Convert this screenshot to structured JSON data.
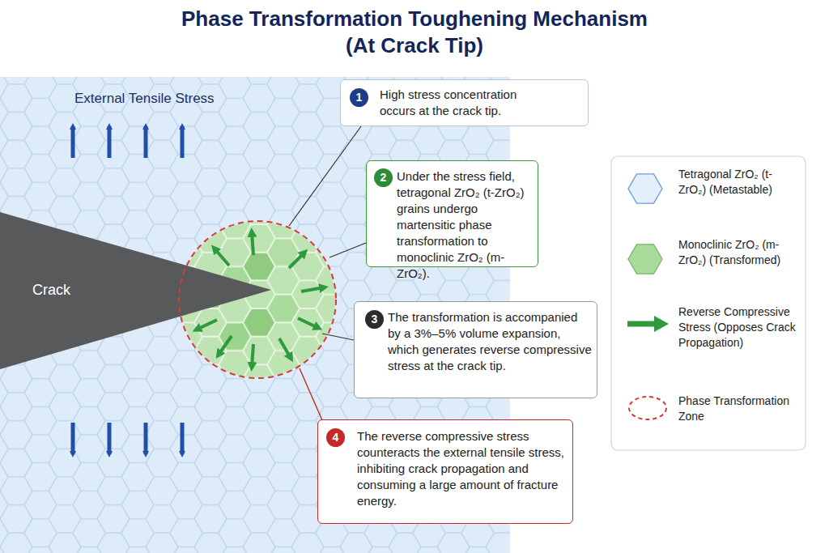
{
  "diagram": {
    "title": "Phase Transformation Toughening Mechanism (At Crack Tip)",
    "nodes": [
      {
        "text": [
          "1",
          "High stress concentration occurs at the crack tip."
        ]
      },
      {
        "text": [
          "2",
          "Under the stress field, tetragonal ZrO₂ (t-ZrO₂) grains undergo martensitic phase transformation to monoclinic ZrO₂ (m-ZrO₂)."
        ]
      },
      {
        "text": [
          "3",
          "The transformation is accompanied by a 3%–5% volume expansion, which generates reverse compressive stress at the crack tip."
        ]
      },
      {
        "text": [
          "4",
          "The reverse compressive stress counteracts the external tensile stress, inhibiting crack propagation and consuming a large amount of fracture energy."
        ]
      }
    ],
    "labels": [
      "External Tensile Stress",
      "Crack"
    ],
    "legend": [
      {
        "text": "Tetragonal ZrO₂ (t-ZrO₂) (Metastable)"
      },
      {
        "text": "Monoclinic ZrO₂ (m-ZrO₂) (Transformed)"
      },
      {
        "text": "Reverse Compressive Stress (Opposes Crack Propagation)"
      },
      {
        "text": "Phase Transformation Zone"
      }
    ]
  }
}
